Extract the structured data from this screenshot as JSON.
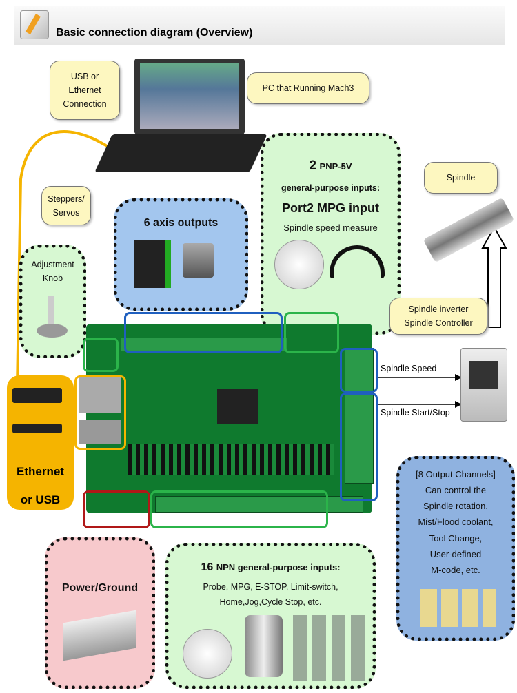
{
  "title": "Basic connection diagram (Overview)",
  "callouts": {
    "usb_ethernet": [
      "USB or",
      "Ethernet",
      "Connection"
    ],
    "pc": "PC that Running Mach3",
    "spindle": "Spindle",
    "inverter": [
      "Spindle inverter",
      "Spindle Controller"
    ],
    "steppers": [
      "Steppers/",
      "Servos"
    ]
  },
  "pnp_box": {
    "count": "2",
    "type": "PNP-5V",
    "line2": "general-purpose inputs:",
    "line3": "Port2 MPG input",
    "line4": "Spindle speed measure"
  },
  "axis_box": {
    "label": "6 axis outputs"
  },
  "knob_box": {
    "label": [
      "Adjustment",
      "Knob"
    ]
  },
  "eth_box": {
    "label": [
      "Ethernet",
      "or USB"
    ]
  },
  "arrows": {
    "speed": "Spindle Speed",
    "start_stop": "Spindle Start/Stop"
  },
  "outputs_box": {
    "lines": [
      "[8 Output Channels]",
      "Can control the",
      "Spindle rotation,",
      "Mist/Flood coolant,",
      "Tool Change,",
      "User-defined",
      "M-code, etc."
    ]
  },
  "power_box": {
    "label": "Power/Ground"
  },
  "npn_box": {
    "count": "16",
    "type": "NPN general-purpose inputs:",
    "line2": "Probe, MPG, E-STOP, Limit-switch,",
    "line3": "Home,Jog,Cycle Stop, etc."
  },
  "colors": {
    "yellow_callout": "#fdf7c0",
    "green_box": "#d7f8d2",
    "blue_box": "#a3c6ee",
    "orange": "#f5b400",
    "pink": "#f7c9cc",
    "pcb": "#0f7a2e"
  }
}
